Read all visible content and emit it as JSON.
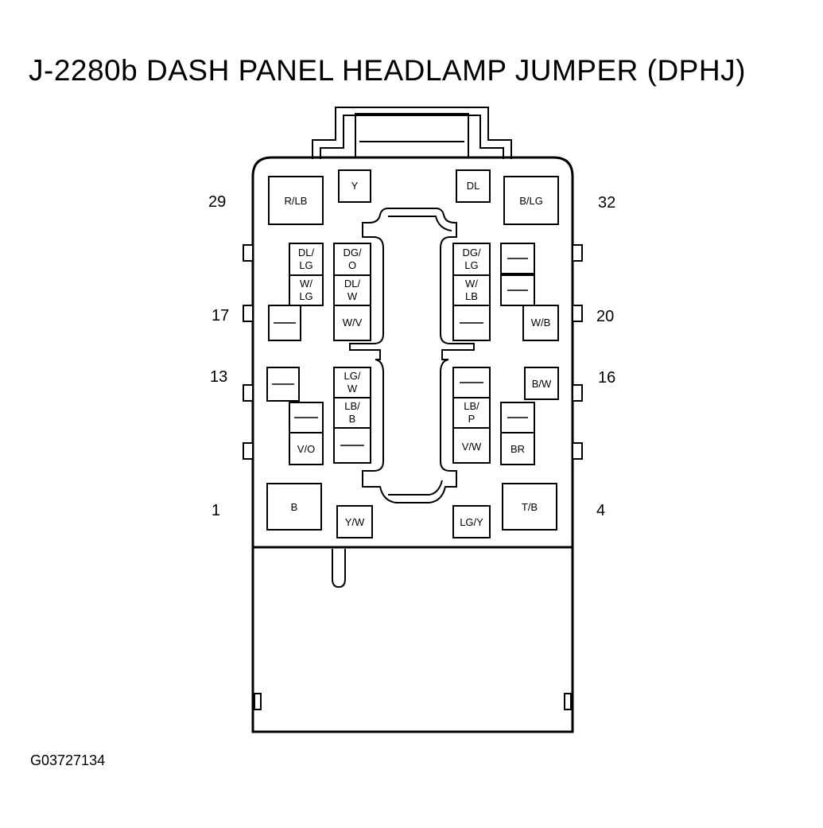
{
  "title": "J-2280b DASH PANEL HEADLAMP JUMPER (DPHJ)",
  "figure_id": "G03727134",
  "pin_numbers": {
    "p29": "29",
    "p32": "32",
    "p17": "17",
    "p20": "20",
    "p13": "13",
    "p16": "16",
    "p1": "1",
    "p4": "4"
  },
  "cavities": [
    {
      "id": "c-rlb",
      "lines": [
        "R/LB"
      ]
    },
    {
      "id": "c-y",
      "lines": [
        "Y"
      ]
    },
    {
      "id": "c-dl",
      "lines": [
        "DL"
      ]
    },
    {
      "id": "c-blg",
      "lines": [
        "B/LG"
      ]
    },
    {
      "id": "c-dllg",
      "lines": [
        "DL/",
        "LG"
      ]
    },
    {
      "id": "c-dgo",
      "lines": [
        "DG/",
        "O"
      ]
    },
    {
      "id": "c-dglg",
      "lines": [
        "DG/",
        "LG"
      ]
    },
    {
      "id": "c-r-top1",
      "lines": [
        "—"
      ]
    },
    {
      "id": "c-wlg",
      "lines": [
        "W/",
        "LG"
      ]
    },
    {
      "id": "c-dlw",
      "lines": [
        "DL/",
        "W"
      ]
    },
    {
      "id": "c-wlb",
      "lines": [
        "W/",
        "LB"
      ]
    },
    {
      "id": "c-r-top2",
      "lines": [
        "—"
      ]
    },
    {
      "id": "c-l-empty",
      "lines": [
        "—"
      ]
    },
    {
      "id": "c-wv",
      "lines": [
        "W/V"
      ]
    },
    {
      "id": "c-rc-empty",
      "lines": [
        "—"
      ]
    },
    {
      "id": "c-wb",
      "lines": [
        "W/B"
      ]
    },
    {
      "id": "c-l13",
      "lines": [
        "—"
      ]
    },
    {
      "id": "c-lgw",
      "lines": [
        "LG/",
        "W"
      ]
    },
    {
      "id": "c-rc13",
      "lines": [
        "—"
      ]
    },
    {
      "id": "c-bw",
      "lines": [
        "B/W"
      ]
    },
    {
      "id": "c-l-mid",
      "lines": [
        "—"
      ]
    },
    {
      "id": "c-lbb",
      "lines": [
        "LB/",
        "B"
      ]
    },
    {
      "id": "c-lbp",
      "lines": [
        "LB/",
        "P"
      ]
    },
    {
      "id": "c-r-mid",
      "lines": [
        "—"
      ]
    },
    {
      "id": "c-vo",
      "lines": [
        "V/O"
      ]
    },
    {
      "id": "c-lc-low",
      "lines": [
        "—"
      ]
    },
    {
      "id": "c-vw",
      "lines": [
        "V/W"
      ]
    },
    {
      "id": "c-br",
      "lines": [
        "BR"
      ]
    },
    {
      "id": "c-b",
      "lines": [
        "B"
      ]
    },
    {
      "id": "c-yw",
      "lines": [
        "Y/W"
      ]
    },
    {
      "id": "c-lgy",
      "lines": [
        "LG/Y"
      ]
    },
    {
      "id": "c-tb",
      "lines": [
        "T/B"
      ]
    }
  ]
}
